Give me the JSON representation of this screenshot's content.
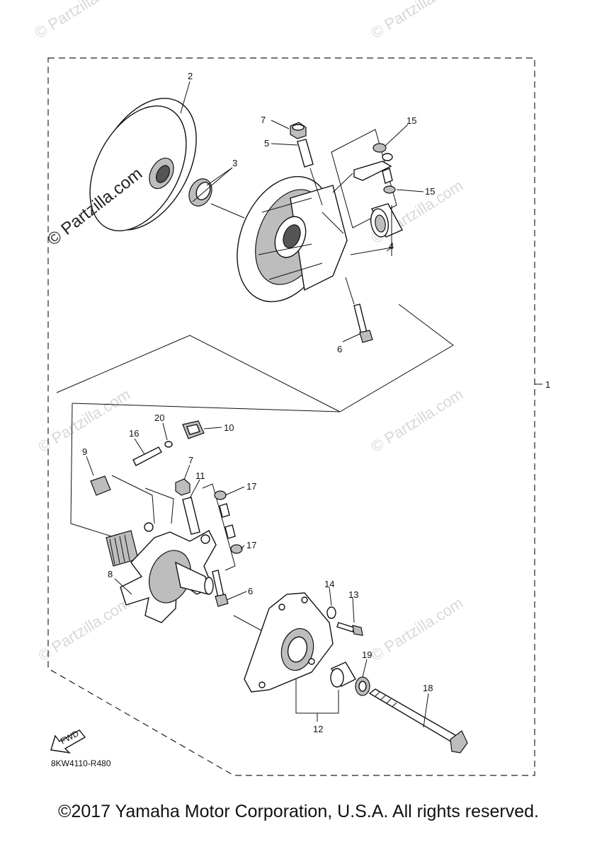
{
  "diagram": {
    "callouts": [
      {
        "id": "c1",
        "text": "1"
      },
      {
        "id": "c2",
        "text": "2"
      },
      {
        "id": "c3",
        "text": "3"
      },
      {
        "id": "c4",
        "text": "4"
      },
      {
        "id": "c5",
        "text": "5"
      },
      {
        "id": "c6a",
        "text": "6"
      },
      {
        "id": "c6b",
        "text": "6"
      },
      {
        "id": "c7a",
        "text": "7"
      },
      {
        "id": "c7b",
        "text": "7"
      },
      {
        "id": "c8",
        "text": "8"
      },
      {
        "id": "c9",
        "text": "9"
      },
      {
        "id": "c10",
        "text": "10"
      },
      {
        "id": "c11",
        "text": "11"
      },
      {
        "id": "c12",
        "text": "12"
      },
      {
        "id": "c13",
        "text": "13"
      },
      {
        "id": "c14",
        "text": "14"
      },
      {
        "id": "c15a",
        "text": "15"
      },
      {
        "id": "c15b",
        "text": "15"
      },
      {
        "id": "c16",
        "text": "16"
      },
      {
        "id": "c17a",
        "text": "17"
      },
      {
        "id": "c17b",
        "text": "17"
      },
      {
        "id": "c18",
        "text": "18"
      },
      {
        "id": "c19",
        "text": "19"
      },
      {
        "id": "c20",
        "text": "20"
      }
    ],
    "fwd_label": "FWD",
    "reference_code": "8KW4110-R480",
    "watermark_main": "© Partzilla.com",
    "watermark_faint": "© Partzilla.com"
  },
  "footer": {
    "copyright": "©2017 Yamaha Motor Corporation, U.S.A. All rights reserved."
  }
}
